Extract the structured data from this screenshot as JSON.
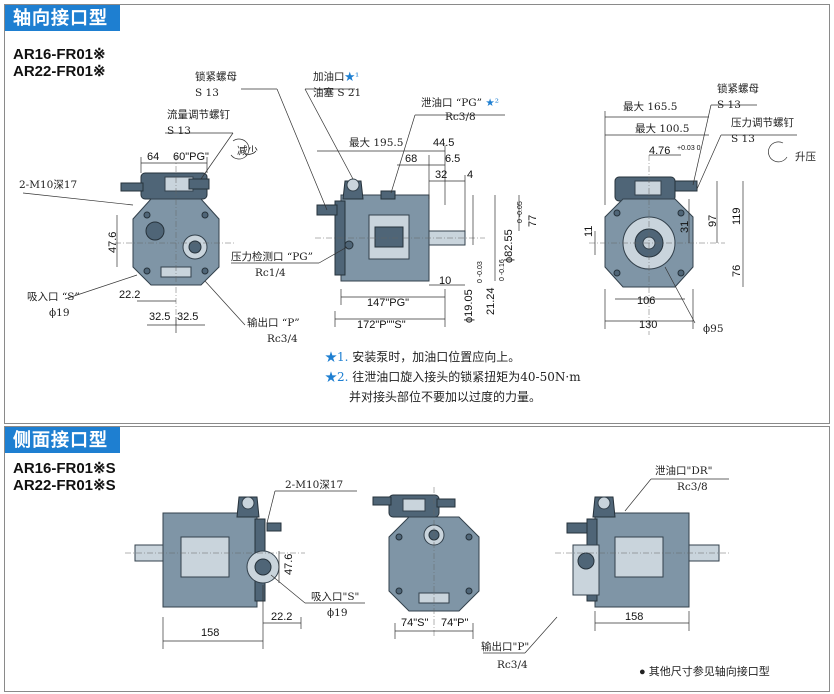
{
  "section1": {
    "title": "轴向接口型",
    "models": [
      "AR16-FR01※",
      "AR22-FR01※"
    ],
    "labels": {
      "lock_nut_left": "锁紧螺母",
      "lock_nut_left_size": "S 13",
      "flow_screw": "流量调节螺钉",
      "flow_screw_size": "S 13",
      "decrease": "减少",
      "oil_fill": "加油口",
      "oil_fill_star": "★¹",
      "oil_plug": "油塞 S 21",
      "drain_port": "泄油口 “PG”",
      "drain_star": "★²",
      "drain_rc": "Rc3/8",
      "max_195": "最大 195.5",
      "pg_port": "压力检测口 “PG”",
      "pg_rc": "Rc1/4",
      "suction": "吸入口 “S”",
      "suction_dia": "ϕ19",
      "outlet": "输出口 “P”",
      "outlet_rc": "Rc3/4",
      "m10": "2-M10深17",
      "lock_nut_right": "锁紧螺母",
      "lock_nut_right_size": "S 13",
      "pressure_screw": "压力调节螺钉",
      "pressure_screw_size": "S 13",
      "increase": "升压",
      "max_165": "最大 165.5",
      "max_100": "最大 100.5",
      "phi95": "ϕ95"
    },
    "dims": {
      "d64": "64",
      "d60pg": "60\"PG\"",
      "d47_6": "47.6",
      "d22_2": "22.2",
      "d32_5a": "32.5",
      "d32_5b": "32.5",
      "d68": "68",
      "d44_5": "44.5",
      "d6_5": "6.5",
      "d32": "32",
      "d4": "4",
      "d77": "77",
      "d82_55": "ϕ82.55",
      "d82_tol": "0 -0.05",
      "d10": "10",
      "d19_05": "ϕ19.05",
      "d19_tol": "0 -0.03",
      "d21_24": "21.24",
      "d21_tol": "0 -0.16",
      "d147pg": "147\"PG\"",
      "d172": "172\"P\"\"S\"",
      "d4_76": "4.76",
      "d4_76_tol": "+0.03 0",
      "d31": "31",
      "d97": "97",
      "d119": "119",
      "d11": "11",
      "d76": "76",
      "d106": "106",
      "d130": "130"
    },
    "notes": [
      {
        "mark": "★1.",
        "text": "安装泵时，加油口位置应向上。"
      },
      {
        "mark": "★2.",
        "text": "往泄油口旋入接头的锁紧扭矩为40-50N·m"
      },
      {
        "mark": "",
        "text": "并对接头部位不要加以过度的力量。"
      }
    ]
  },
  "section2": {
    "title": "侧面接口型",
    "models": [
      "AR16-FR01※S",
      "AR22-FR01※S"
    ],
    "labels": {
      "m10": "2-M10深17",
      "suction": "吸入口\"S\"",
      "suction_dia": "ϕ19",
      "drain": "泄油口\"DR\"",
      "drain_rc": "Rc3/8",
      "outlet": "输出口\"P\"",
      "outlet_rc": "Rc3/4"
    },
    "dims": {
      "d47_6": "47.6",
      "d22_2": "22.2",
      "d158a": "158",
      "d74s": "74\"S\"",
      "d74p": "74\"P\"",
      "d158b": "158"
    },
    "footnote": "● 其他尺寸参见轴向接口型"
  },
  "colors": {
    "accent": "#1e7fd1",
    "pump_body": "#7f95a6",
    "pump_dark": "#4f6577"
  }
}
